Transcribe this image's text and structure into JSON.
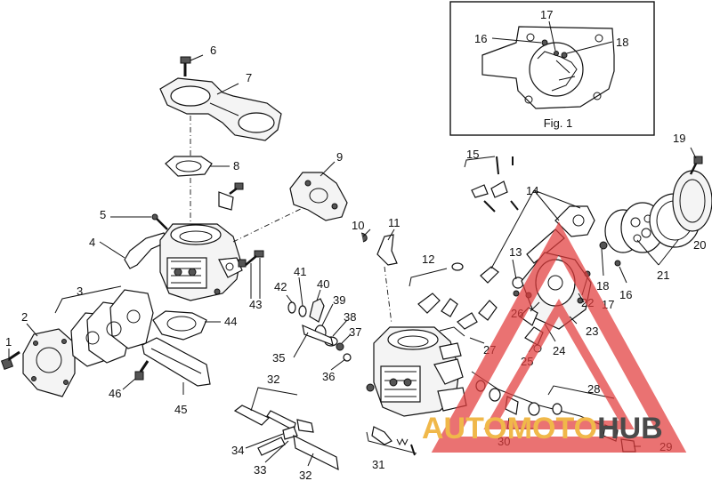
{
  "inset": {
    "caption": "Fig. 1"
  },
  "callouts": [
    {
      "id": "1",
      "label": "1"
    },
    {
      "id": "2",
      "label": "2"
    },
    {
      "id": "3",
      "label": "3"
    },
    {
      "id": "4",
      "label": "4"
    },
    {
      "id": "5",
      "label": "5"
    },
    {
      "id": "6",
      "label": "6"
    },
    {
      "id": "7",
      "label": "7"
    },
    {
      "id": "8",
      "label": "8"
    },
    {
      "id": "9",
      "label": "9"
    },
    {
      "id": "10",
      "label": "10"
    },
    {
      "id": "11",
      "label": "11"
    },
    {
      "id": "12",
      "label": "12"
    },
    {
      "id": "13",
      "label": "13"
    },
    {
      "id": "14",
      "label": "14"
    },
    {
      "id": "15",
      "label": "15"
    },
    {
      "id": "16",
      "label": "16"
    },
    {
      "id": "16b",
      "label": "16"
    },
    {
      "id": "17",
      "label": "17"
    },
    {
      "id": "17b",
      "label": "17"
    },
    {
      "id": "18",
      "label": "18"
    },
    {
      "id": "18b",
      "label": "18"
    },
    {
      "id": "19",
      "label": "19"
    },
    {
      "id": "20",
      "label": "20"
    },
    {
      "id": "21",
      "label": "21"
    },
    {
      "id": "22",
      "label": "22"
    },
    {
      "id": "23",
      "label": "23"
    },
    {
      "id": "24",
      "label": "24"
    },
    {
      "id": "25",
      "label": "25"
    },
    {
      "id": "26",
      "label": "26"
    },
    {
      "id": "27",
      "label": "27"
    },
    {
      "id": "28",
      "label": "28"
    },
    {
      "id": "29",
      "label": "29"
    },
    {
      "id": "30",
      "label": "30"
    },
    {
      "id": "31",
      "label": "31"
    },
    {
      "id": "32",
      "label": "32"
    },
    {
      "id": "32b",
      "label": "32"
    },
    {
      "id": "33",
      "label": "33"
    },
    {
      "id": "34",
      "label": "34"
    },
    {
      "id": "35",
      "label": "35"
    },
    {
      "id": "36",
      "label": "36"
    },
    {
      "id": "37",
      "label": "37"
    },
    {
      "id": "38",
      "label": "38"
    },
    {
      "id": "39",
      "label": "39"
    },
    {
      "id": "40",
      "label": "40"
    },
    {
      "id": "41",
      "label": "41"
    },
    {
      "id": "42",
      "label": "42"
    },
    {
      "id": "43",
      "label": "43"
    },
    {
      "id": "44",
      "label": "44"
    },
    {
      "id": "45",
      "label": "45"
    },
    {
      "id": "46",
      "label": "46"
    }
  ],
  "watermark": {
    "part1": "AUTOMOTO",
    "part2": "HUB",
    "color1": "#f0b84a",
    "color2": "#4a4a4a",
    "accent": "#e23b3b"
  }
}
